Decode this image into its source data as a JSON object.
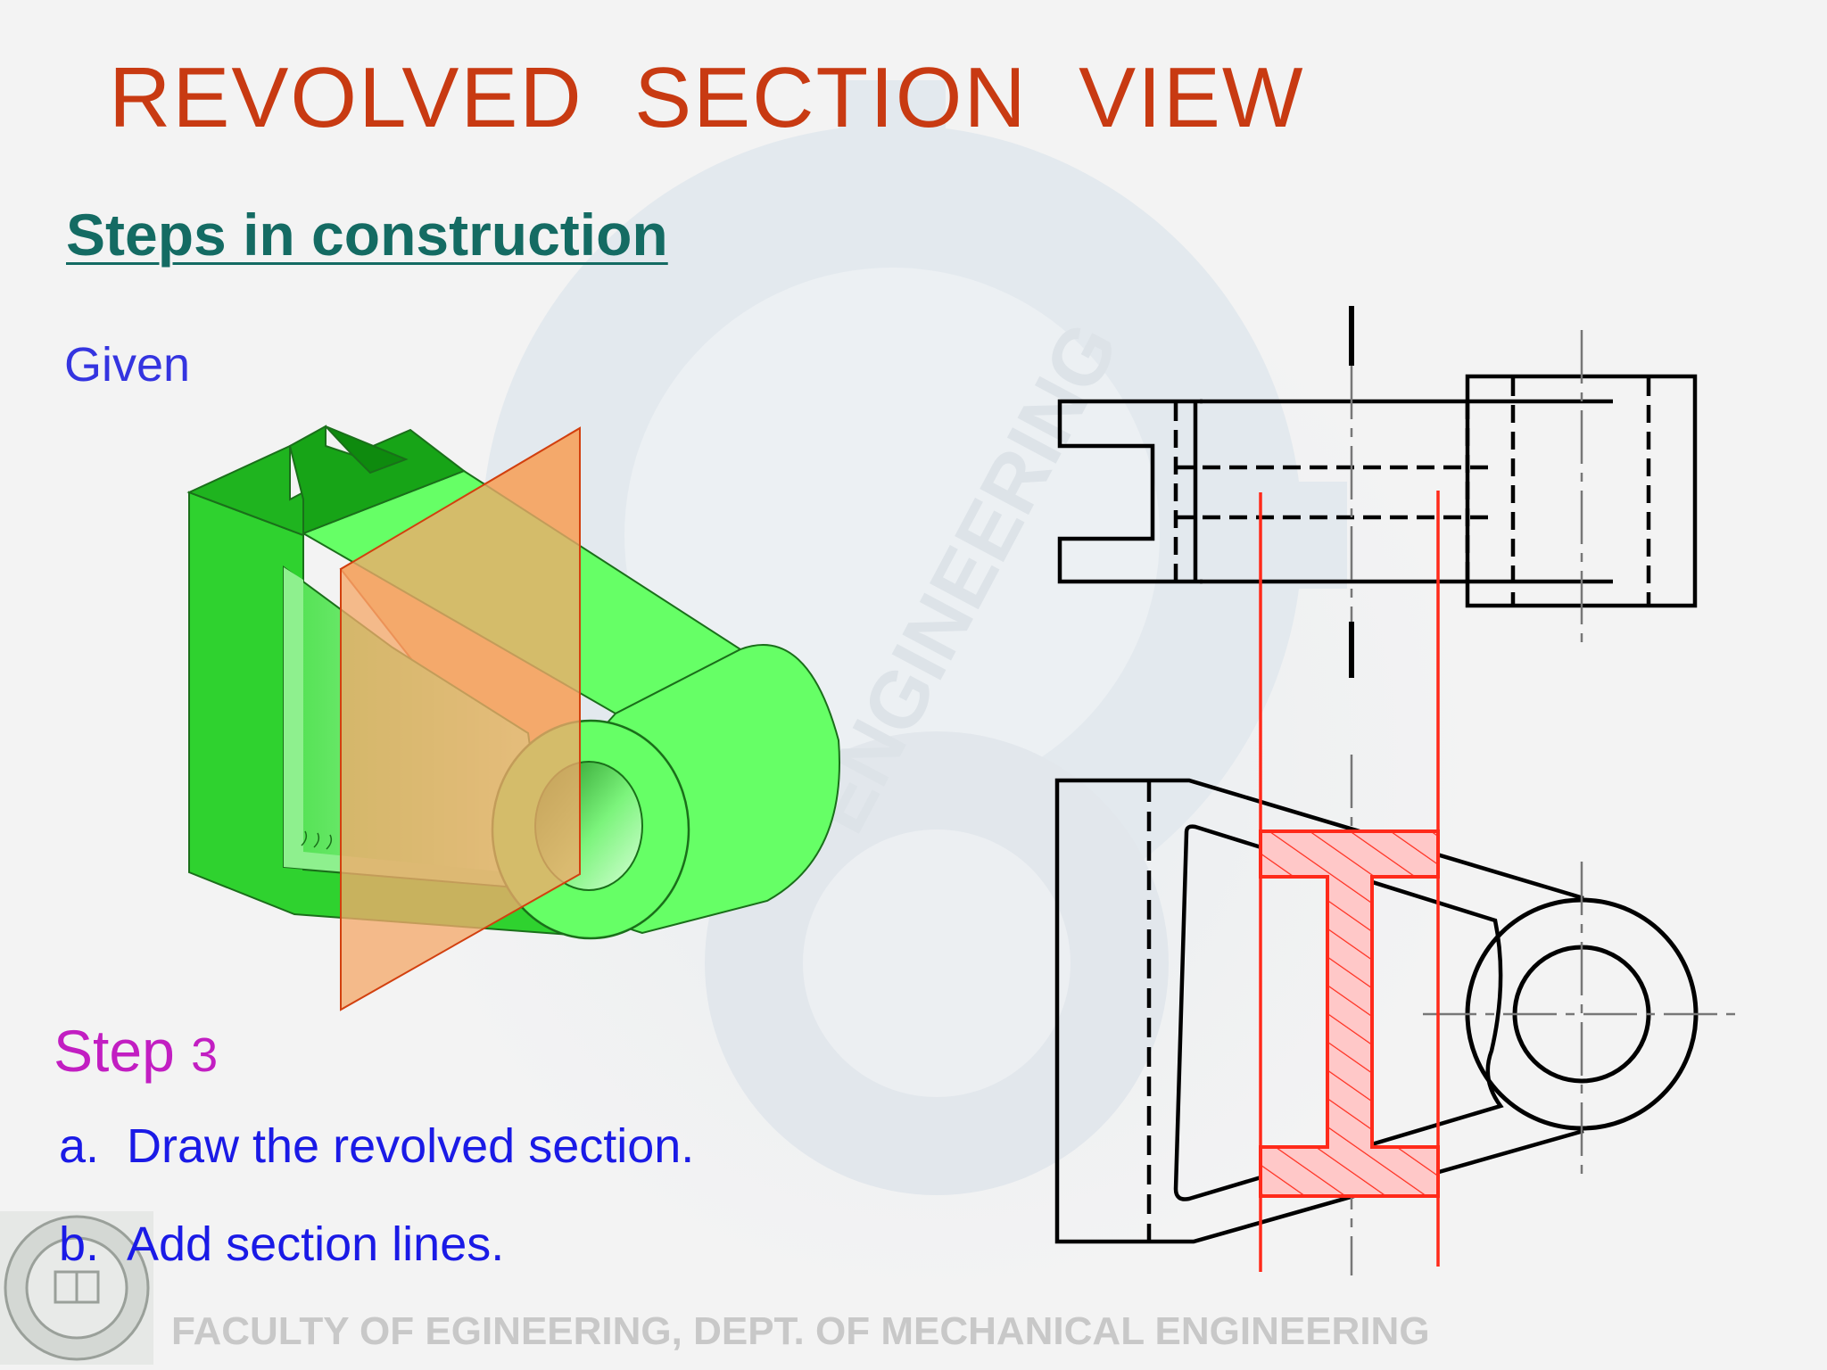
{
  "slide": {
    "title": "REVOLVED  SECTION  VIEW",
    "subtitle": "Steps in construction",
    "given_label": "Given",
    "step": {
      "word": "Step",
      "number": "3"
    },
    "instructions": [
      {
        "letter": "a.",
        "text": "Draw the revolved section."
      },
      {
        "letter": "b.",
        "text": "Add section lines."
      }
    ],
    "footer": "FACULTY  OF EGINEERING, DEPT. OF MECHANICAL ENGINEERING",
    "watermark_text": "ENGINEERING"
  },
  "colors": {
    "title": "#c83a12",
    "subtitle": "#146b63",
    "given": "#3434e0",
    "step": "#c21ec2",
    "instructions": "#1a1ae6",
    "model_green": "#66ff66",
    "cutting_plane": "#f4a96b",
    "section_red": "#ff2a1a",
    "hatch_fill": "#ffc8c8"
  }
}
